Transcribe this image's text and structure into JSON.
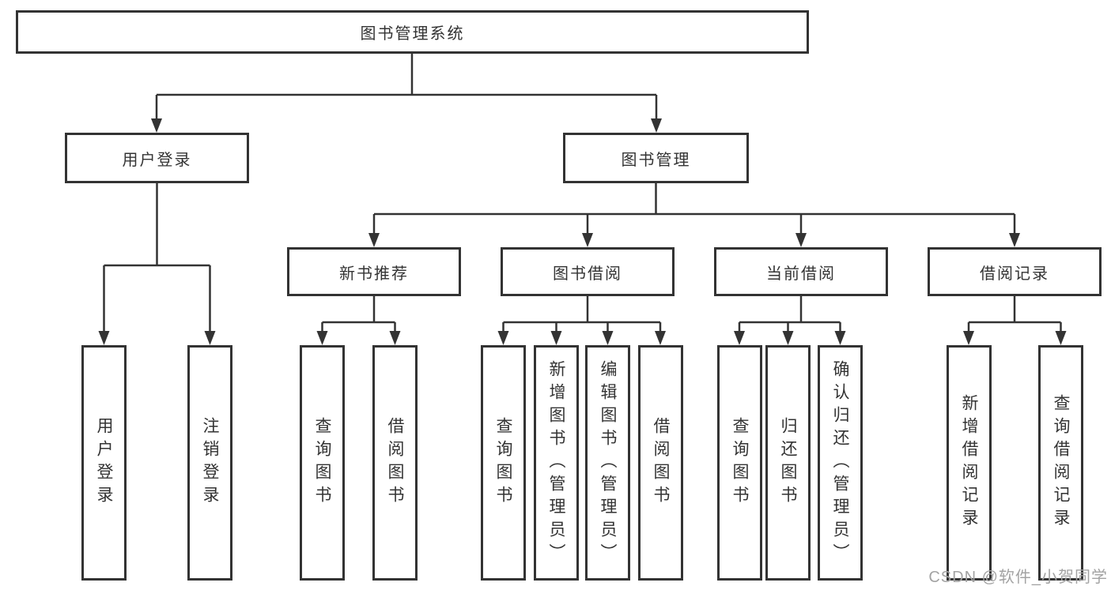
{
  "colors": {
    "line": "#333333",
    "text": "#333333",
    "watermark": "#a3a3a3",
    "box_fill": "#ffffff"
  },
  "nodes": {
    "root": "图书管理系统",
    "level2": [
      "用户登录",
      "图书管理"
    ],
    "level3": [
      "新书推荐",
      "图书借阅",
      "当前借阅",
      "借阅记录"
    ],
    "leaves": [
      "用户登录",
      "注销登录",
      "查询图书",
      "借阅图书",
      "查询图书",
      "新增图书（管理员）",
      "编辑图书（管理员）",
      "借阅图书",
      "查询图书",
      "归还图书",
      "确认归还（管理员）",
      "新增借阅记录",
      "查询借阅记录"
    ]
  },
  "watermark": "CSDN @软件_小贺同学"
}
